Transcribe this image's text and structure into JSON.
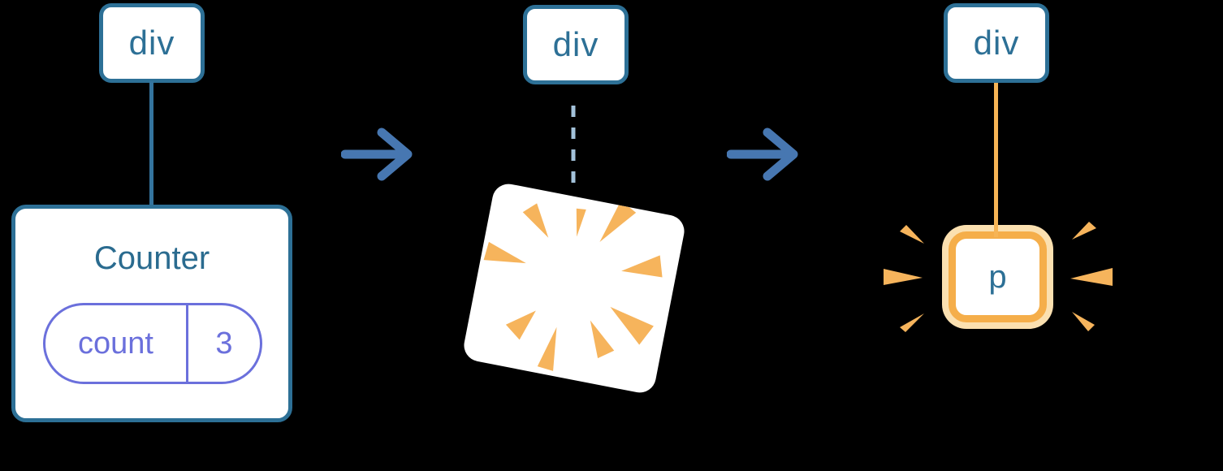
{
  "diagram": {
    "description": "Three-step diagram: a div tree holding a Counter component with state, the Counter being destroyed (poof), and a new p node being created under the div"
  },
  "colors": {
    "bg": "#000000",
    "box-bg": "#ffffff",
    "node-border": "#2d7096",
    "node-text": "#2d7096",
    "title-text": "#2a6b8f",
    "connector-blue": "#34749e",
    "arrow-blue": "#4777b1",
    "dashed-blue": "#a3c2da",
    "pill-purple": "#6b70dc",
    "orange": "#f6b45c",
    "orange-line": "#f6b455",
    "orange-border": "#f5ae4a",
    "orange-ring": "#fbe0b0"
  },
  "stage1": {
    "root_label": "div",
    "component_name": "Counter",
    "state_key": "count",
    "state_value": "3"
  },
  "stage2": {
    "root_label": "div"
  },
  "stage3": {
    "root_label": "div",
    "child_label": "p"
  }
}
